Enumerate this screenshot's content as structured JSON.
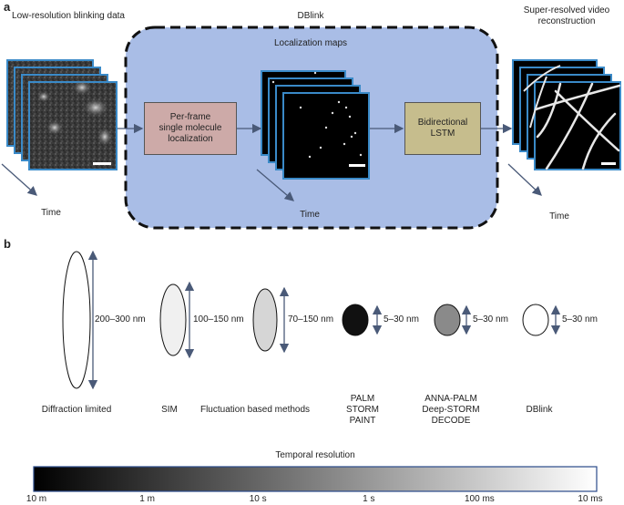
{
  "panel_a": {
    "label": "a",
    "input_title": "Low-resolution blinking data",
    "dblink_title": "DBlink",
    "maps_title": "Localization maps",
    "output_title_1": "Super-resolved video",
    "output_title_2": "reconstruction",
    "box_localization_1": "Per-frame",
    "box_localization_2": "single molecule",
    "box_localization_3": "localization",
    "box_lstm_1": "Bidirectional",
    "box_lstm_2": "LSTM",
    "time_label": "Time",
    "colors": {
      "region_fill": "#a9bde6",
      "box_local": "#cdaaa8",
      "box_lstm": "#c6bd8d",
      "frame_border": "#3a8ac8"
    }
  },
  "panel_b": {
    "label": "b",
    "methods": [
      {
        "name_lines": [
          "Diffraction limited"
        ],
        "resolution": "200–300 nm",
        "fill": "#ffffff"
      },
      {
        "name_lines": [
          "SIM"
        ],
        "resolution": "100–150 nm",
        "fill": "#f0f0f0"
      },
      {
        "name_lines": [
          "Fluctuation based methods"
        ],
        "resolution": "70–150 nm",
        "fill": "#d6d6d6"
      },
      {
        "name_lines": [
          "PALM",
          "STORM",
          "PAINT"
        ],
        "resolution": "5–30 nm",
        "fill": "#111111"
      },
      {
        "name_lines": [
          "ANNA-PALM",
          "Deep-STORM",
          "DECODE"
        ],
        "resolution": "5–30 nm",
        "fill": "#8a8a8a"
      },
      {
        "name_lines": [
          "DBlink"
        ],
        "resolution": "5–30 nm",
        "fill": "#ffffff"
      }
    ],
    "temporal_title": "Temporal resolution",
    "temporal_ticks": [
      "10 m",
      "1 m",
      "10 s",
      "1 s",
      "100 ms",
      "10 ms"
    ]
  }
}
